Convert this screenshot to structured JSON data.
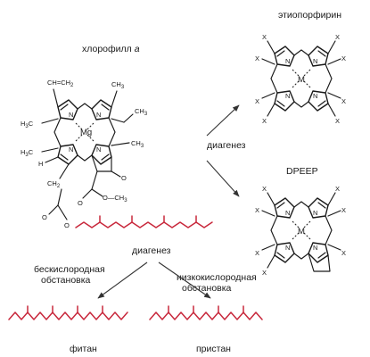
{
  "labels": {
    "chlorophyll_a_prefix": "хлорофилл ",
    "chlorophyll_a_suffix": "a",
    "etioporphyrin": "этиопорфирин",
    "dpeep": "DPEEP",
    "diagenesis_right": "диагенез",
    "diagenesis_bottom": "диагенез",
    "anoxic_line1": "бескислородная",
    "anoxic_line2": "обстановка",
    "lowoxic_line1": "низкокислородная",
    "lowoxic_line2": "обстановка",
    "phytane": "фитан",
    "pristane": "пристан"
  },
  "atoms": {
    "mg": "Mg",
    "metal": "M",
    "n": "N",
    "x": "X",
    "ch3": "CH",
    "sub3": "3",
    "ch2": "CH",
    "sub2": "2",
    "h": "H",
    "o": "O",
    "o_methyl": "O",
    "methyl_dash": "—CH",
    "vinyl": "CH=CH"
  },
  "colors": {
    "chain": "#c8283c",
    "ink": "#1a1a1a"
  }
}
